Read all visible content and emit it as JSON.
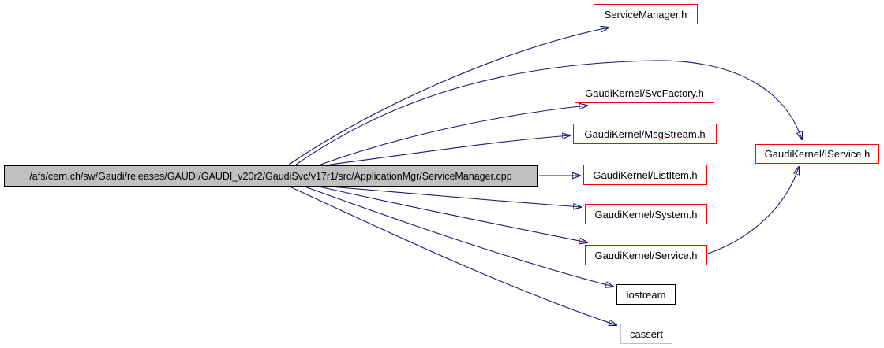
{
  "graph": {
    "kind": "doxygen-include-dependency-graph",
    "colors": {
      "edge": "#191970",
      "red_border": "#ff0000",
      "black_border": "#000000",
      "gray_border": "#c0c0c0",
      "main_node_fill": "#c0c0c0",
      "node_fill": "#ffffff",
      "text": "#000000",
      "background": "#ffffff"
    },
    "nodes": [
      {
        "id": "main-cpp",
        "label": "/afs/cern.ch/sw/Gaudi/releases/GAUDI/GAUDI_v20r2/GaudiSvc/v17r1/src/ApplicationMgr/ServiceManager.cpp",
        "border": "black",
        "fill": "gray",
        "clickable": false
      },
      {
        "id": "servicemanager-h",
        "label": "ServiceManager.h",
        "border": "red",
        "fill": "white",
        "clickable": true
      },
      {
        "id": "svcfactory-h",
        "label": "GaudiKernel/SvcFactory.h",
        "border": "red",
        "fill": "white",
        "clickable": true
      },
      {
        "id": "msgstream-h",
        "label": "GaudiKernel/MsgStream.h",
        "border": "red",
        "fill": "white",
        "clickable": true
      },
      {
        "id": "listitem-h",
        "label": "GaudiKernel/ListItem.h",
        "border": "red",
        "fill": "white",
        "clickable": true
      },
      {
        "id": "system-h",
        "label": "GaudiKernel/System.h",
        "border": "red",
        "fill": "white",
        "clickable": true
      },
      {
        "id": "service-h",
        "label": "GaudiKernel/Service.h",
        "border": "red",
        "fill": "white",
        "clickable": true
      },
      {
        "id": "iostream",
        "label": "iostream",
        "border": "black",
        "fill": "white",
        "clickable": false
      },
      {
        "id": "cassert",
        "label": "cassert",
        "border": "gray",
        "fill": "white",
        "clickable": false
      },
      {
        "id": "iservice-h",
        "label": "GaudiKernel/IService.h",
        "border": "red",
        "fill": "white",
        "clickable": true
      }
    ],
    "edges": [
      {
        "from": "main-cpp",
        "to": "servicemanager-h"
      },
      {
        "from": "main-cpp",
        "to": "iservice-h"
      },
      {
        "from": "main-cpp",
        "to": "svcfactory-h"
      },
      {
        "from": "main-cpp",
        "to": "msgstream-h"
      },
      {
        "from": "main-cpp",
        "to": "listitem-h"
      },
      {
        "from": "main-cpp",
        "to": "system-h"
      },
      {
        "from": "main-cpp",
        "to": "service-h"
      },
      {
        "from": "main-cpp",
        "to": "iostream"
      },
      {
        "from": "main-cpp",
        "to": "cassert"
      },
      {
        "from": "service-h",
        "to": "iservice-h"
      }
    ]
  }
}
